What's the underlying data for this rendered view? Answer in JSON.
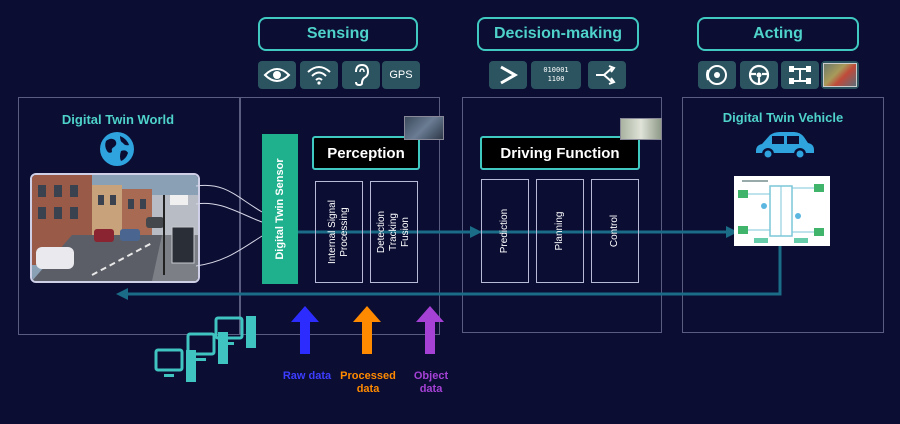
{
  "phases": {
    "sensing": "Sensing",
    "decision": "Decision-making",
    "acting": "Acting"
  },
  "sensing_icons": {
    "gps_label": "GPS"
  },
  "decision_icons": {
    "binary_line1": "010001",
    "binary_line2": "1100"
  },
  "world": {
    "title": "Digital Twin World"
  },
  "sensor": {
    "label": "Digital Twin Sensor"
  },
  "perception": {
    "title": "Perception",
    "sub1": [
      "Internal Signal",
      "Processing"
    ],
    "sub2": [
      "Detection",
      "Tracking",
      "Fusion"
    ]
  },
  "driving": {
    "title": "Driving Function",
    "sub1": "Prediction",
    "sub2": "Planning",
    "sub3": "Control"
  },
  "vehicle": {
    "title": "Digital Twin Vehicle"
  },
  "legend": {
    "raw": "Raw data",
    "processed": [
      "Processed",
      "data"
    ],
    "object": [
      "Object",
      "data"
    ]
  },
  "colors": {
    "background": "#0b0d33",
    "accent": "#3fc9c1",
    "sensor_bar": "#1fb08d",
    "raw": "#2d2cff",
    "processed": "#ff8a00",
    "object": "#a641d6",
    "flow_line": "#1a6c87"
  }
}
